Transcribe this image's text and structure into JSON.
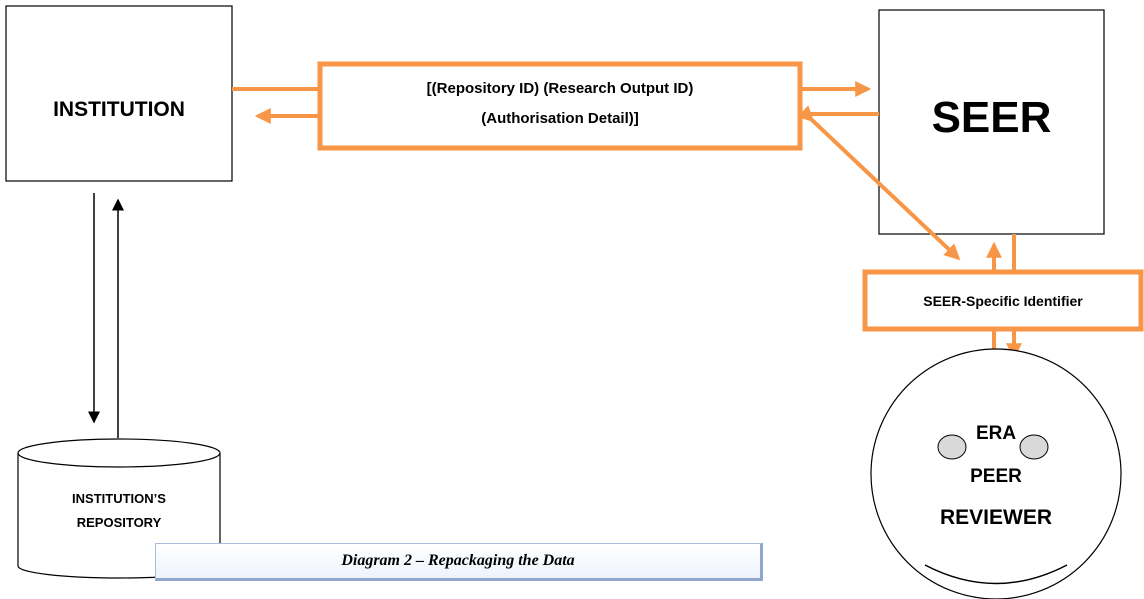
{
  "institution": {
    "label": "INSTITUTION"
  },
  "seer": {
    "label": "SEER"
  },
  "message_box": {
    "line1": "[(Repository ID) (Research Output ID)",
    "line2": "(Authorisation Detail)]"
  },
  "identifier_box": {
    "label": "SEER-Specific Identifier"
  },
  "repository": {
    "line1": "INSTITUTION’S",
    "line2": "REPOSITORY"
  },
  "reviewer": {
    "line1": "ERA",
    "line2": "PEER",
    "line3": "REVIEWER"
  },
  "caption": {
    "text": "Diagram 2 – Repackaging the Data"
  },
  "colors": {
    "accent": "#f79646",
    "line": "#000000"
  }
}
